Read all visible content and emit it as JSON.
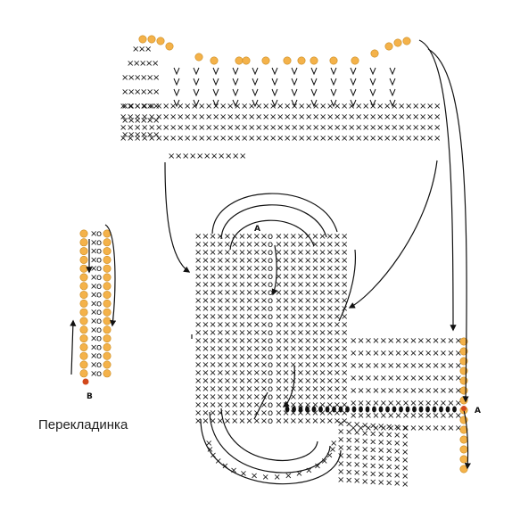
{
  "caption": "Перекладинка",
  "colors": {
    "accent_dot": "#f4b24a",
    "ink": "#111111",
    "marker_red": "#d2481b"
  },
  "symbols": {
    "single_crochet": "×",
    "chain": "dot",
    "increase": "V"
  },
  "labels": {
    "point_a": "A",
    "point_b": "B"
  },
  "icons": [
    "yellow-chain-dot-icon",
    "cross-stitch-icon",
    "arrow-icon"
  ]
}
